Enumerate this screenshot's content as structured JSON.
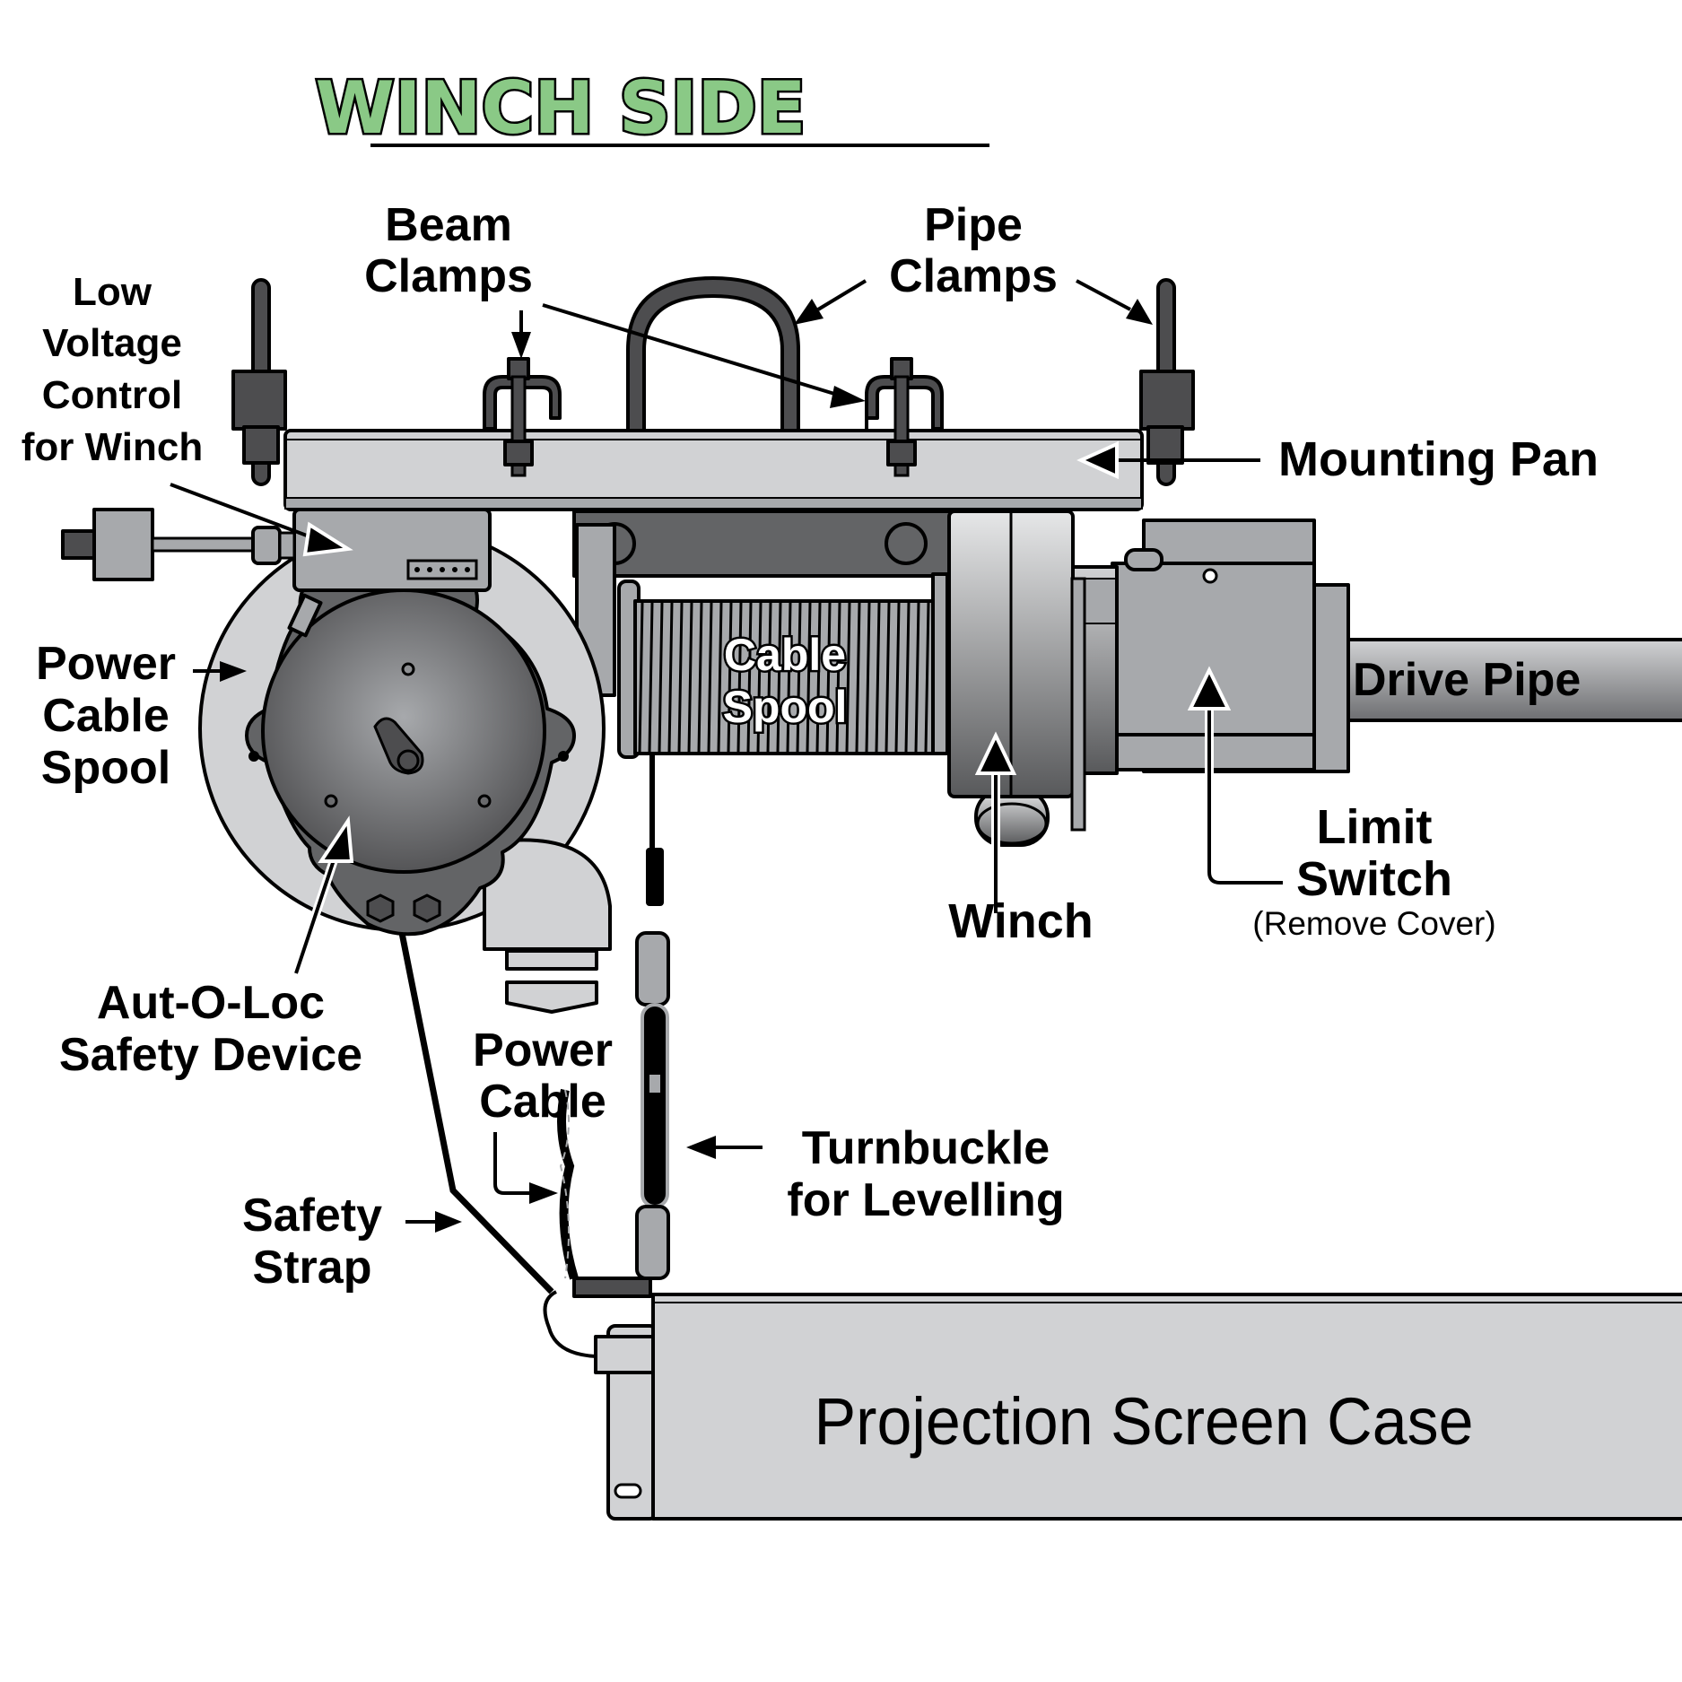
{
  "title": "WINCH SIDE",
  "colors": {
    "title_fill": "#8ac986",
    "steel_light": "#d1d2d4",
    "steel_mid": "#a7a9ac",
    "steel_dark": "#636466",
    "bolt_dark": "#4d4d4f"
  },
  "labels": {
    "low_voltage": [
      "Low",
      "Voltage",
      "Control",
      "for Winch"
    ],
    "beam_clamps": [
      "Beam",
      "Clamps"
    ],
    "pipe_clamps": [
      "Pipe",
      "Clamps"
    ],
    "mounting_pan": "Mounting Pan",
    "power_cable_spool": [
      "Power",
      "Cable",
      "Spool"
    ],
    "cable_spool": [
      "Cable",
      "Spool"
    ],
    "drive_pipe": "Drive Pipe",
    "limit_switch": [
      "Limit",
      "Switch"
    ],
    "limit_switch_note": "(Remove Cover)",
    "winch": "Winch",
    "aut_o_loc": [
      "Aut-O-Loc",
      "Safety Device"
    ],
    "power_cable": [
      "Power",
      "Cable"
    ],
    "turnbuckle": [
      "Turnbuckle",
      "for Levelling"
    ],
    "safety_strap": [
      "Safety",
      "Strap"
    ],
    "projection_screen_case": "Projection Screen Case"
  }
}
